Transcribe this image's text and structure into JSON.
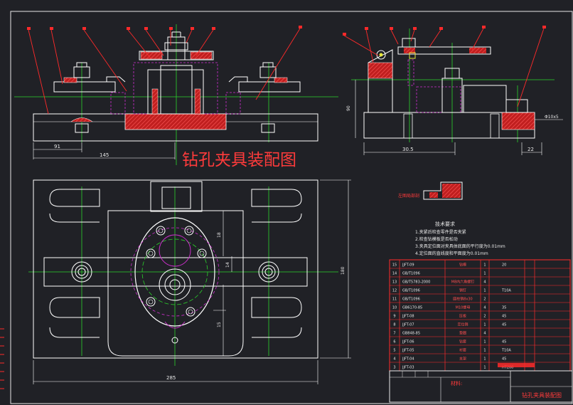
{
  "drawing": {
    "title": "钻孔夹具装配图",
    "title_block_name": "钻孔夹具装配图",
    "title_block_label": "材料:",
    "section_label": "左图局部剖"
  },
  "dimensions": {
    "front_view": [
      "91",
      "145"
    ],
    "side_view": [
      "90",
      "30.5",
      "22",
      "Φ10x5"
    ],
    "top_view": [
      "285",
      "180",
      "15",
      "18",
      "14"
    ]
  },
  "tech_requirements": {
    "heading": "技术要求",
    "lines": [
      "1.夹紧后检查零件是否夹紧",
      "2.检查钻模板是否松动",
      "3.夹具定位面对夹具体底面的平行度为0.01mm",
      "4.定位面的直线度和平面度为0.01mm"
    ]
  },
  "bom": {
    "rows": [
      {
        "no": "15",
        "code": "JJFT-09",
        "name": "钻模",
        "qty": "1",
        "mat": "20"
      },
      {
        "no": "14",
        "code": "GB/T1096",
        "name": "",
        "qty": "1",
        "mat": ""
      },
      {
        "no": "13",
        "code": "GB/T5783-2000",
        "name": "M8内六角螺钉",
        "qty": "4",
        "mat": ""
      },
      {
        "no": "12",
        "code": "GB/T1096",
        "name": "销钉",
        "qty": "1",
        "mat": "T10A"
      },
      {
        "no": "11",
        "code": "GB/T1096",
        "name": "圆柱销8x30",
        "qty": "2",
        "mat": ""
      },
      {
        "no": "10",
        "code": "GB6170-85",
        "name": "M10螺母",
        "qty": "4",
        "mat": "35"
      },
      {
        "no": "9",
        "code": "JJFT-08",
        "name": "压板",
        "qty": "2",
        "mat": "45"
      },
      {
        "no": "8",
        "code": "JJFT-07",
        "name": "定位销",
        "qty": "1",
        "mat": "45"
      },
      {
        "no": "7",
        "code": "GB848-85",
        "name": "垫圈",
        "qty": "4",
        "mat": ""
      },
      {
        "no": "6",
        "code": "JJFT-06",
        "name": "钻套",
        "qty": "1",
        "mat": "45"
      },
      {
        "no": "5",
        "code": "JJFT-05",
        "name": "衬套",
        "qty": "1",
        "mat": "T10A"
      },
      {
        "no": "4",
        "code": "JJFT-04",
        "name": "支架",
        "qty": "1",
        "mat": "45"
      },
      {
        "no": "3",
        "code": "JJFT-03",
        "name": "",
        "qty": "1",
        "mat": "HT200"
      }
    ]
  },
  "colors": {
    "background": "#202126",
    "outline": "#ffffff",
    "centerline": "#2bd32b",
    "leader": "#ff2a2a",
    "section_fill": "#d42424",
    "hidden": "#d02fd0",
    "yellow": "#e6e63c"
  }
}
